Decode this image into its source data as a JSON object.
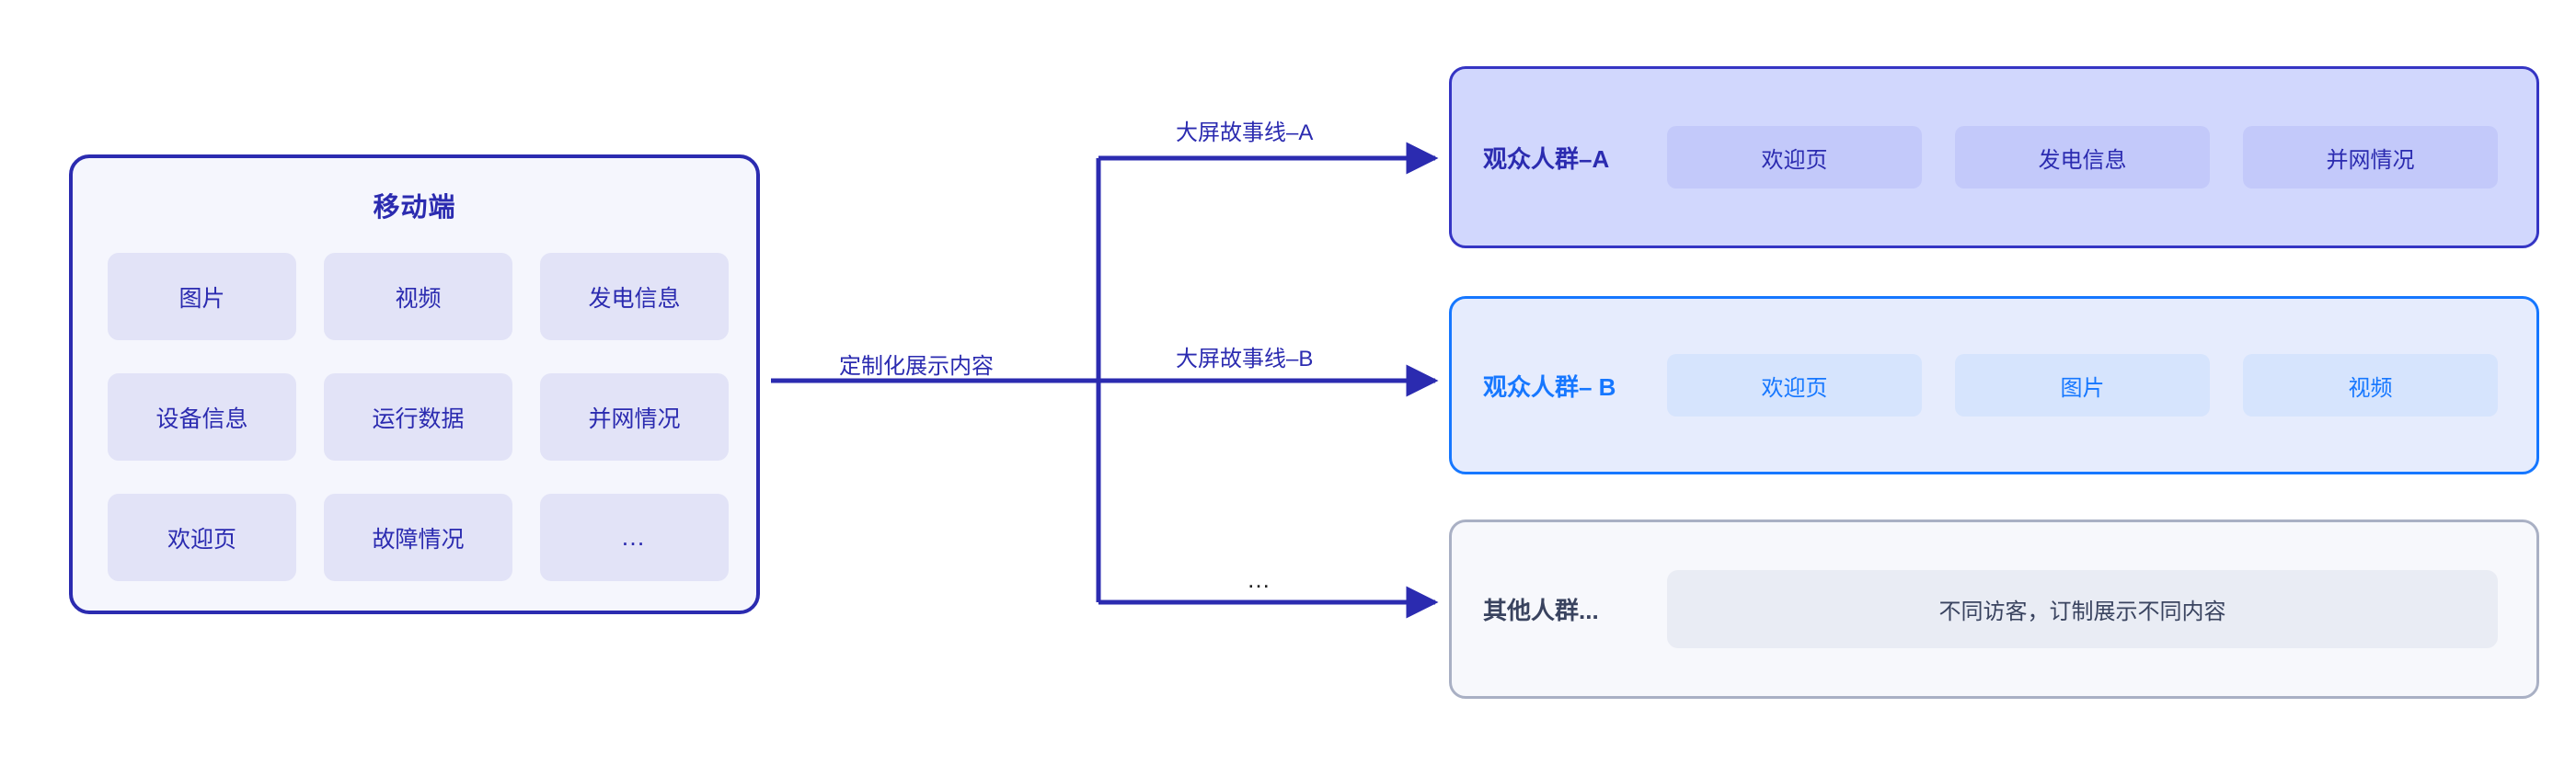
{
  "mobile_panel": {
    "title": "移动端",
    "tiles": [
      "图片",
      "视频",
      "发电信息",
      "设备信息",
      "运行数据",
      "并网情况",
      "欢迎页",
      "故障情况",
      "…"
    ]
  },
  "connectors": {
    "trunk_label": "定制化展示内容",
    "branch_a_label": "大屏故事线–A",
    "branch_b_label": "大屏故事线–B",
    "branch_c_label": "…"
  },
  "audience_cards": [
    {
      "id": "A",
      "title": "观众人群–A",
      "pills": [
        "欢迎页",
        "发电信息",
        "并网情况"
      ],
      "border_color": "#3535C4",
      "background_color": "#D1D7FD",
      "pill_color": "#C3C9FA",
      "text_color": "#2B2BB0"
    },
    {
      "id": "B",
      "title": "观众人群– B",
      "pills": [
        "欢迎页",
        "图片",
        "视频"
      ],
      "border_color": "#1677FF",
      "background_color": "#E6ECFD",
      "pill_color": "#D6E4FD",
      "text_color": "#1677FF"
    },
    {
      "id": "C",
      "title": "其他人群...",
      "pills": [
        "不同访客，订制展示不同内容"
      ],
      "border_color": "#A9B0C4",
      "background_color": "#F7F8FC",
      "pill_color": "#E9ECF4",
      "text_color": "#39435F"
    }
  ],
  "theme": {
    "line_color": "#2B2BB0",
    "page_background": "#FFFFFF"
  }
}
